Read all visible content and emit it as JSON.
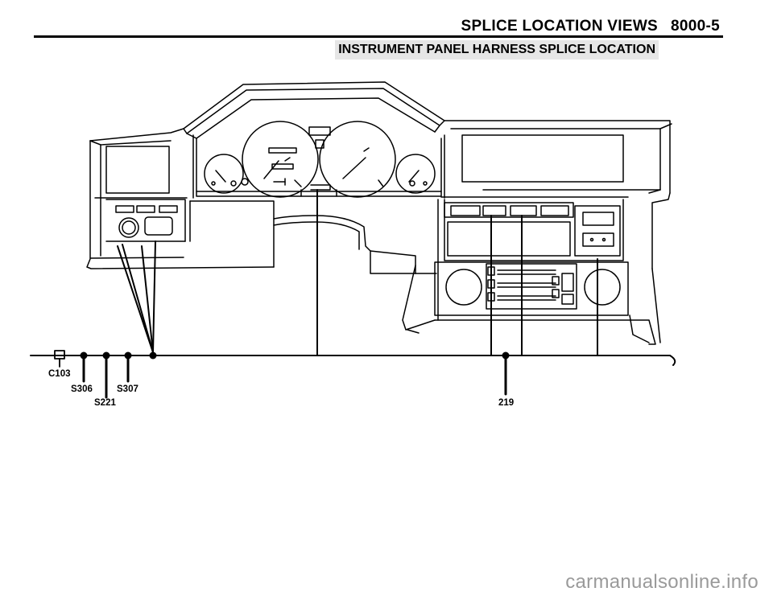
{
  "header": {
    "section_title": "SPLICE LOCATION VIEWS",
    "page_number": "8000-5"
  },
  "subtitle": "INSTRUMENT PANEL HARNESS SPLICE LOCATION",
  "labels": {
    "c103": "C103",
    "s306": "S306",
    "s221": "S221",
    "s307": "S307",
    "n219": "219"
  },
  "watermark": "carmanualsonline.info",
  "colors": {
    "ink": "#000000",
    "subtitle_band": "#e6e6e6",
    "watermark": "#9a9a9a"
  }
}
